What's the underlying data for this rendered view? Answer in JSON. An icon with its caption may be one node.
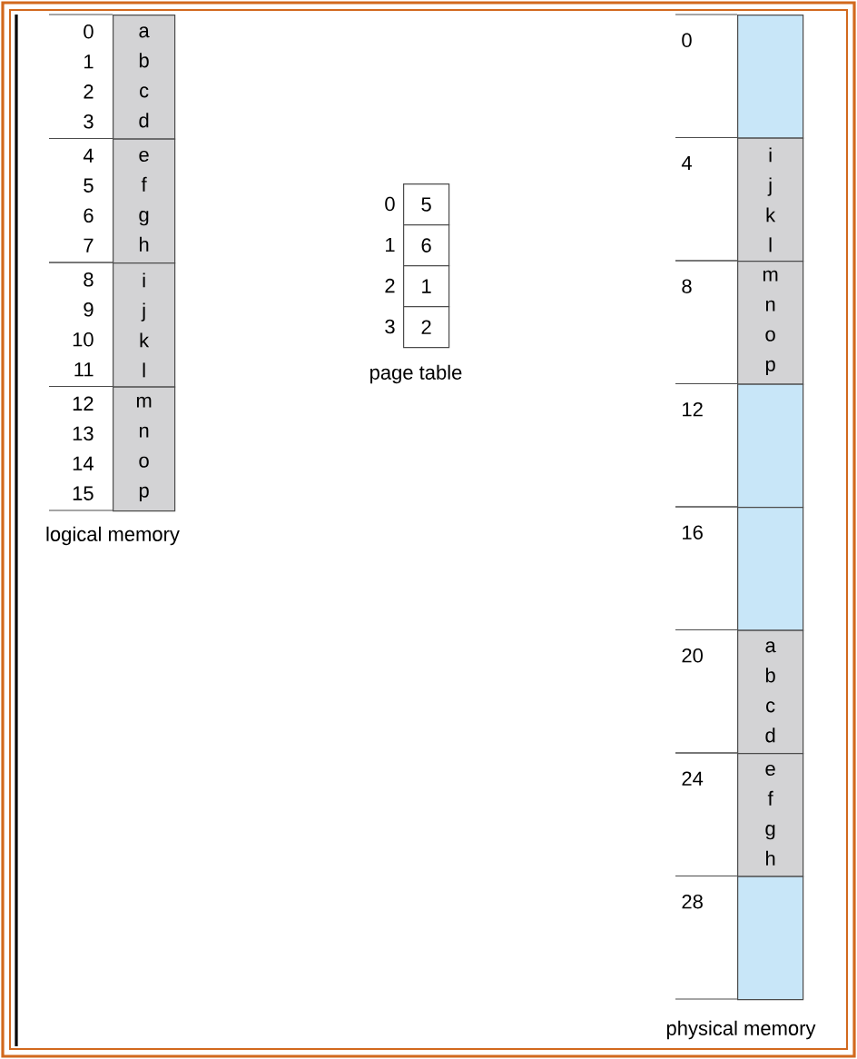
{
  "diagram": {
    "nodes": [
      {
        "text": [
          "a",
          "b",
          "c",
          "d"
        ],
        "beside": [
          "0",
          "1",
          "2",
          "3"
        ]
      },
      {
        "text": [
          "e",
          "f",
          "g",
          "h"
        ],
        "beside": [
          "4",
          "5",
          "6",
          "7"
        ]
      },
      {
        "text": [
          "i",
          "j",
          "k",
          "l"
        ],
        "beside": [
          "8",
          "9",
          "10",
          "11"
        ]
      },
      {
        "text": [
          "m",
          "n",
          "o",
          "p"
        ],
        "beside": [
          "12",
          "13",
          "14",
          "15"
        ]
      },
      {
        "text": [
          "5"
        ],
        "beside": [
          "0"
        ]
      },
      {
        "text": [
          "6"
        ],
        "beside": [
          "1"
        ]
      },
      {
        "text": [
          "1"
        ],
        "beside": [
          "2"
        ]
      },
      {
        "text": [
          "2"
        ],
        "beside": [
          "3"
        ]
      },
      {
        "text": [],
        "shape": "box",
        "beside": [
          "0"
        ]
      },
      {
        "text": [
          "i",
          "j",
          "k",
          "l"
        ],
        "beside": [
          "4"
        ]
      },
      {
        "text": [
          "m",
          "n",
          "o",
          "p"
        ],
        "beside": [
          "8"
        ]
      },
      {
        "text": [],
        "shape": "box",
        "beside": [
          "12"
        ]
      },
      {
        "text": [],
        "shape": "box",
        "beside": [
          "16"
        ]
      },
      {
        "text": [
          "a",
          "b",
          "c",
          "d"
        ],
        "beside": [
          "20"
        ]
      },
      {
        "text": [
          "e",
          "f",
          "g",
          "h"
        ],
        "beside": [
          "24"
        ]
      },
      {
        "text": [],
        "shape": "box",
        "beside": [
          "28"
        ]
      }
    ],
    "labels": [
      "logical memory",
      "page table",
      "physical memory"
    ]
  }
}
